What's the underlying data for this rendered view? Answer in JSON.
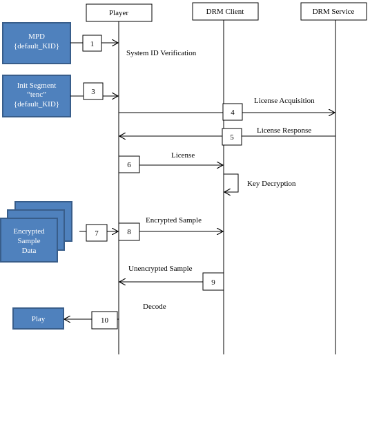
{
  "participants": {
    "player": "Player",
    "drm_client": "DRM Client",
    "drm_service": "DRM Service"
  },
  "inputs": {
    "mpd": [
      "MPD",
      "{default_KID}"
    ],
    "init_segment": [
      "Init Segment",
      "“tenc”",
      "{default_KID}"
    ],
    "encrypted_sample": [
      "Encrypted",
      "Sample",
      "Data"
    ],
    "play": "Play"
  },
  "steps": {
    "s1": "1",
    "s2": "3",
    "s3": "4",
    "s4": "5",
    "s5": "6",
    "s6": "7",
    "s7": "8",
    "s8": "9",
    "s9": "10"
  },
  "messages": {
    "system_id": "System ID Verification",
    "license_acquisition": "License Acquisition",
    "license_response": "License Response",
    "license": "License",
    "key_decryption": "Key Decryption",
    "encrypted_sample": "Encrypted Sample",
    "unencrypted_sample": "Unencrypted Sample",
    "decode": "Decode"
  },
  "colors": {
    "box_fill": "#4f81bd",
    "box_stroke": "#385d8a"
  }
}
